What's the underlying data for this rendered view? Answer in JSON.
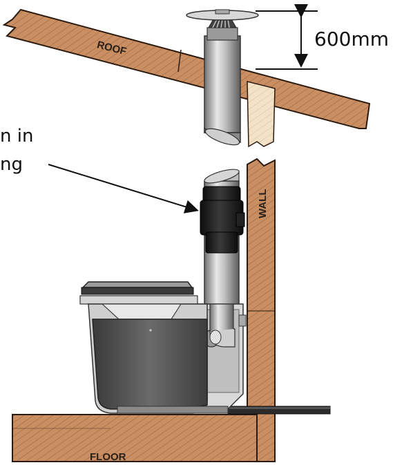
{
  "labels": {
    "roof": "ROOF",
    "wall": "WALL",
    "floor": "FLOOR",
    "dimension": "600mm",
    "callout_line1": "n in",
    "callout_line2": "ng"
  },
  "colors": {
    "wood": "#c98e62",
    "wood_dark": "#7a4a2c",
    "wood_grain": "#a0683f",
    "pipe_light": "#e6e6e6",
    "pipe_mid": "#a9a9a9",
    "pipe_dark": "#5d5d5d",
    "fan_black": "#1c1c1c",
    "toilet_dark": "#4a4a4a",
    "toilet_light": "#d8d8d8",
    "outline": "#1a1a1a"
  },
  "icons": {
    "callout_arrow": "arrow-icon",
    "dimension_arrow": "double-arrow-icon"
  }
}
